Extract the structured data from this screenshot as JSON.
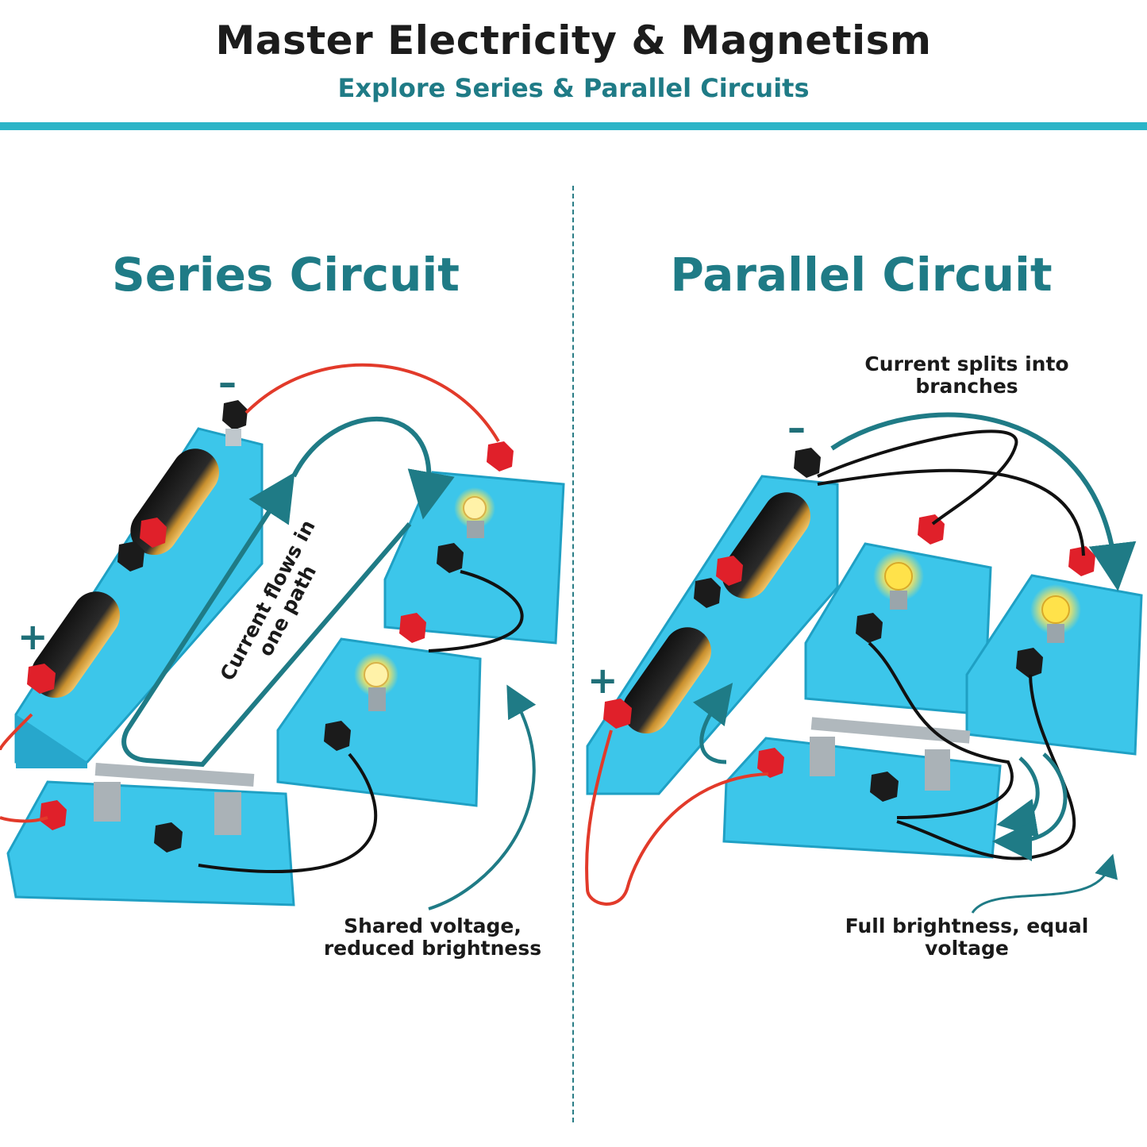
{
  "header": {
    "title": "Master Electricity & Magnetism",
    "subtitle": "Explore Series & Parallel Circuits"
  },
  "series": {
    "title": "Series Circuit",
    "flow_label_line1": "Current flows in",
    "flow_label_line2": "one path",
    "caption_line1": "Shared voltage,",
    "caption_line2": "reduced brightness",
    "minus": "–",
    "plus": "+"
  },
  "parallel": {
    "title": "Parallel Circuit",
    "split_label_line1": "Current splits into",
    "split_label_line2": "branches",
    "caption_line1": "Full brightness, equal",
    "caption_line2": "voltage",
    "minus": "–",
    "plus": "+"
  },
  "colors": {
    "accent": "#1f7b86",
    "rule": "#2bb4c7",
    "base": "#3cc6ea",
    "red_terminal": "#e0202a",
    "black_terminal": "#1b1b1b",
    "red_wire": "#e23a2a"
  }
}
